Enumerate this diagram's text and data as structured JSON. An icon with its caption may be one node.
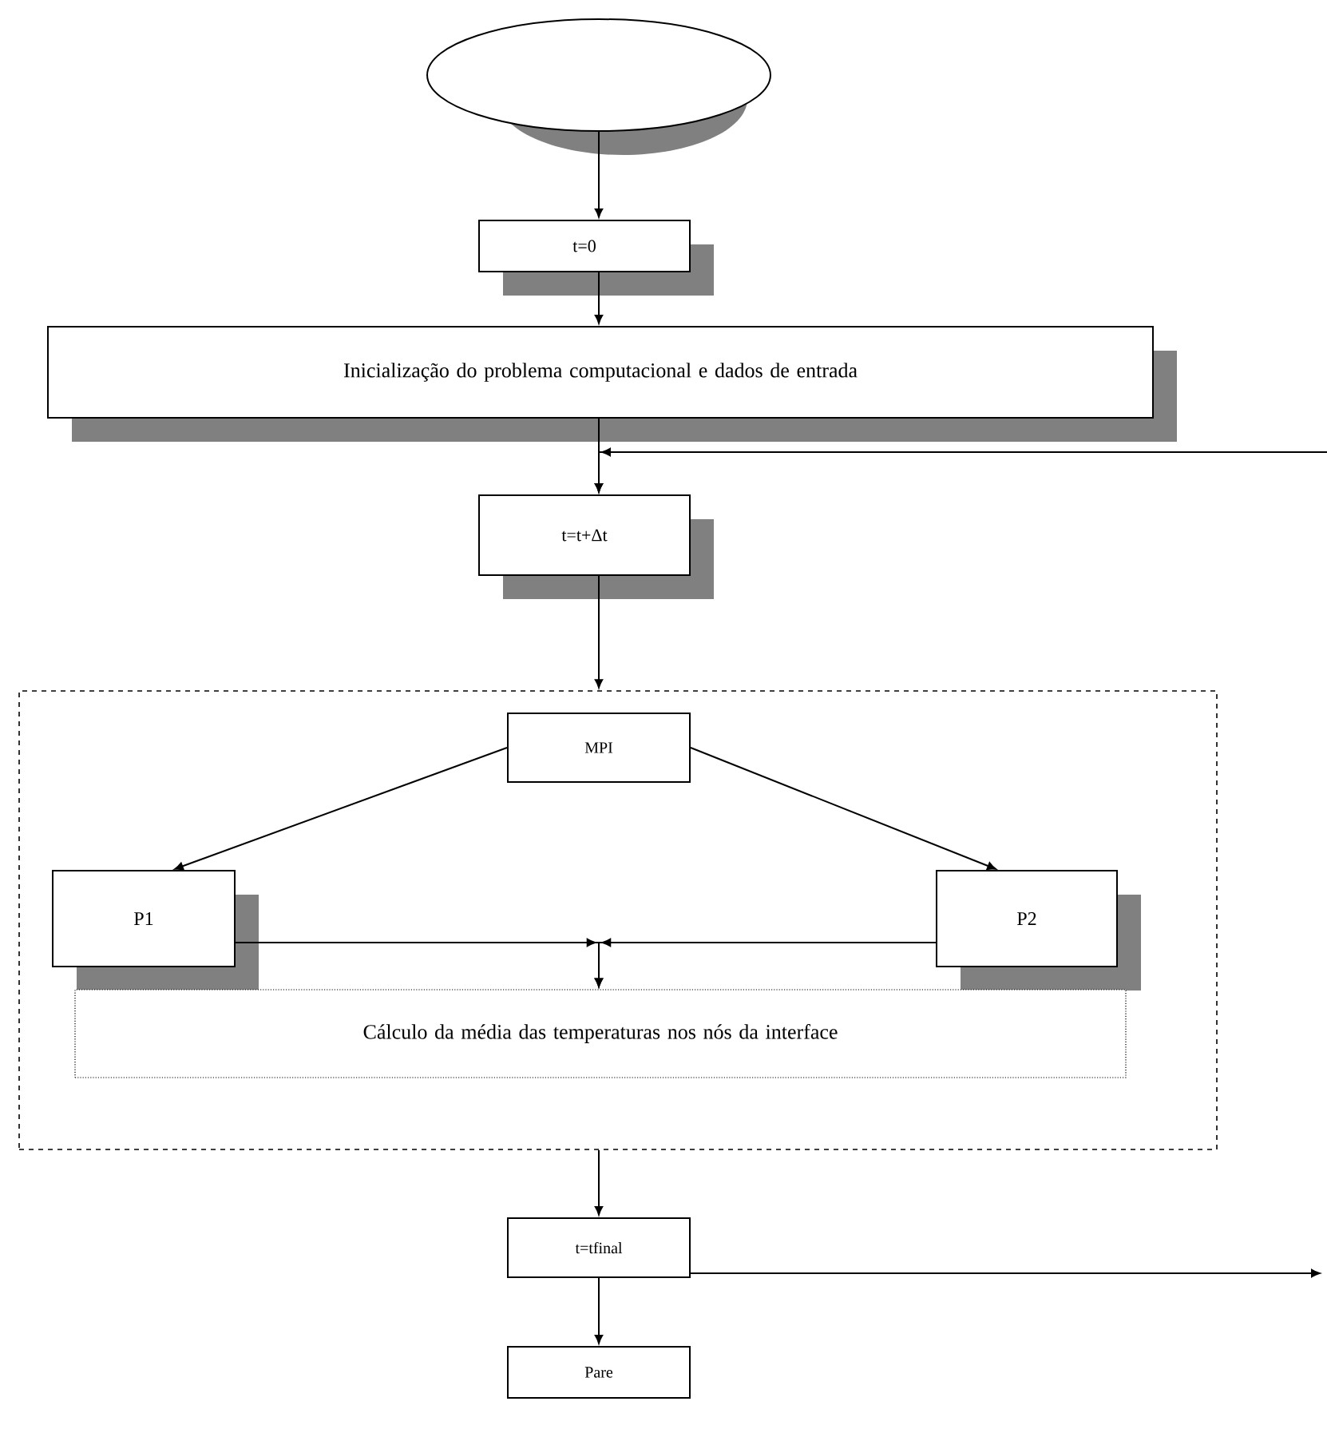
{
  "diagram": {
    "nodes": [
      {
        "text": [],
        "shape": "ellipse"
      },
      {
        "text": [
          "t=0"
        ]
      },
      {
        "text": [
          "Inicialização do problema computacional e dados de entrada"
        ]
      },
      {
        "text": [
          "t=t+Δt"
        ]
      },
      {
        "text": [],
        "shape": "box"
      },
      {
        "text": [
          "MPI"
        ],
        "in": 4
      },
      {
        "text": [
          "P1"
        ],
        "in": 4
      },
      {
        "text": [
          "P2"
        ],
        "in": 4
      },
      {
        "text": [
          "Cálculo da média das temperaturas nos nós da interface"
        ],
        "in": 4
      },
      {
        "text": [
          "t=tfinal"
        ]
      },
      {
        "text": [
          "Pare"
        ]
      }
    ],
    "edges": [
      {
        "from": 0,
        "to": 1,
        "arrow": "to"
      },
      {
        "from": 1,
        "to": 2,
        "arrow": "to"
      },
      {
        "from": 2,
        "to": 3,
        "arrow": "to"
      },
      {
        "from": null,
        "to": 3,
        "arrow": "to"
      },
      {
        "from": 3,
        "to": 4,
        "arrow": "to"
      },
      {
        "from": 5,
        "to": 6,
        "arrow": "to"
      },
      {
        "from": 5,
        "to": 7,
        "arrow": "to"
      },
      {
        "from": 6,
        "to": 8,
        "arrow": "to"
      },
      {
        "from": 7,
        "to": 8,
        "arrow": "to"
      },
      {
        "from": 4,
        "to": 9,
        "arrow": "to"
      },
      {
        "from": 9,
        "to": null,
        "arrow": "to"
      },
      {
        "from": 9,
        "to": 10,
        "arrow": "to"
      }
    ]
  }
}
